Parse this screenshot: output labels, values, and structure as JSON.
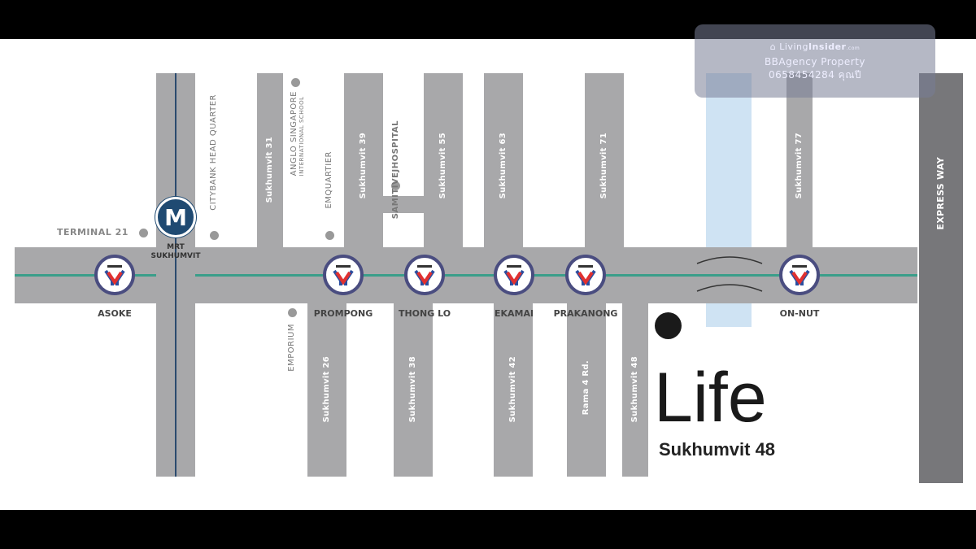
{
  "colors": {
    "road": "#a8a8aa",
    "bts_line": "#3a9e8a",
    "mrt_line": "#2b4a6e",
    "canal": "#cfe3f3",
    "expressway": "#77777a"
  },
  "roads_top": [
    "Sukhumvit 31",
    "Sukhumvit 39",
    "Sukhumvit 55",
    "Sukhumvit 63",
    "Sukhumvit 71",
    "Sukhumvit 77"
  ],
  "roads_bottom": [
    "Sukhumvit 26",
    "Sukhumvit 38",
    "Sukhumvit 42",
    "Rama 4 Rd.",
    "Sukhumvit 48"
  ],
  "expressway": "EXPRESS WAY",
  "stations": [
    "ASOKE",
    "PROMPONG",
    "THONG LO",
    "EKAMAI",
    "PRAKANONG",
    "ON-NUT"
  ],
  "mrt": {
    "logo": "M",
    "label_line1": "MRT",
    "label_line2": "SUKHUMVIT"
  },
  "poi": {
    "terminal21": "TERMINAL 21",
    "citybank": "CITYBANK HEAD QUARTER",
    "anglo": "ANGLO SINGAPORE",
    "anglo_sub": "INTERNATIONAL SCHOOL",
    "emquartier": "EMQUARTIER",
    "samitivej": "SAMITIVEJ",
    "samitivej_sub": "HOSPITAL",
    "emporium": "EMPORIUM"
  },
  "project": {
    "name": "Life",
    "sub": "Sukhumvit 48"
  },
  "watermark": {
    "brand_light": "Living",
    "brand_bold": "Insider",
    "brand_suffix": ".com",
    "line1": "BBAgency Property",
    "line2": "0658454284 คุณปี"
  }
}
